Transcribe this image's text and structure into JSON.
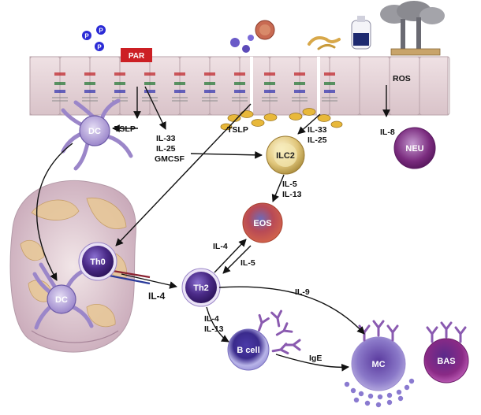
{
  "epithelium": {
    "par_label": "PAR",
    "ros_label": "ROS",
    "phospho_label": "P"
  },
  "labels": {
    "dc_top": "DC",
    "dc_bottom": "DC",
    "tslp_left": "TSLP",
    "il33_left": "IL-33",
    "il25_left": "IL-25",
    "gmcsf_left": "GMCSF",
    "tslp_mid": "TSLP",
    "il33_right": "IL-33",
    "il25_right": "IL-25",
    "il8": "IL-8",
    "il5_ilc2": "IL-5",
    "il13_ilc2": "IL-13",
    "il4_eos": "IL-4",
    "il5_eos": "IL-5",
    "il4_th0": "IL-4",
    "il9": "IL-9",
    "il4_th2": "IL-4",
    "il13_th2": "IL-13",
    "ige": "IgE"
  },
  "cells": {
    "neu": "NEU",
    "ilc2": "ILC2",
    "eos": "EOS",
    "th0": "Th0",
    "th2": "Th2",
    "bcell": "B cell",
    "mc": "MC",
    "bas": "BAS"
  },
  "colors": {
    "epithelium": "#e8d8dc",
    "epithelium_edge": "#b9a3aa",
    "par": "#cc1f24",
    "phospho": "#2b2bd6",
    "dc": "#9b86c9",
    "th": "#4a2a87",
    "ilc2": "#c8a64e",
    "eos": "#cc4a3a",
    "neu": "#7a2b7e",
    "bcell": "#6e5cc2",
    "mc": "#6c52b0",
    "bas": "#8a2a86",
    "antibody": "#8a5ab0",
    "cytokine": "#e8b83a"
  }
}
